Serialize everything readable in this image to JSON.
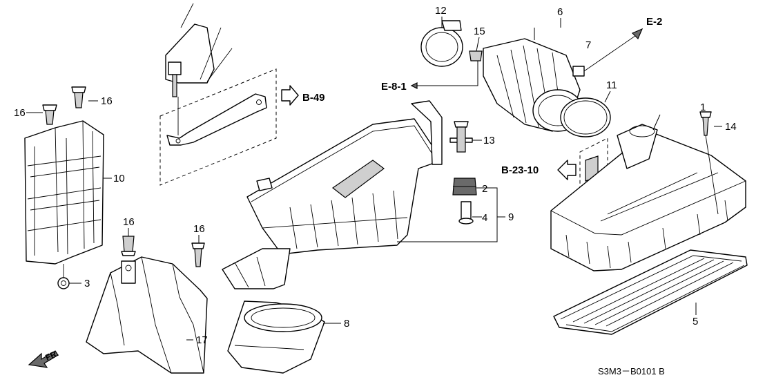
{
  "callouts": {
    "c1": "1",
    "c2": "2",
    "c3": "3",
    "c4": "4",
    "c5": "5",
    "c6": "6",
    "c7": "7",
    "c8": "8",
    "c9": "9",
    "c10": "10",
    "c11": "11",
    "c12": "12",
    "c13": "13",
    "c14": "14",
    "c15": "15",
    "c16a": "16",
    "c16b": "16",
    "c16c": "16",
    "c16d": "16",
    "c17": "17"
  },
  "references": {
    "e2": "E-2",
    "e81": "E-8-1",
    "b49": "B-49",
    "b2310": "B-23-10"
  },
  "direction_label": "FR.",
  "diagram_code": "S3M3－B0101 B"
}
